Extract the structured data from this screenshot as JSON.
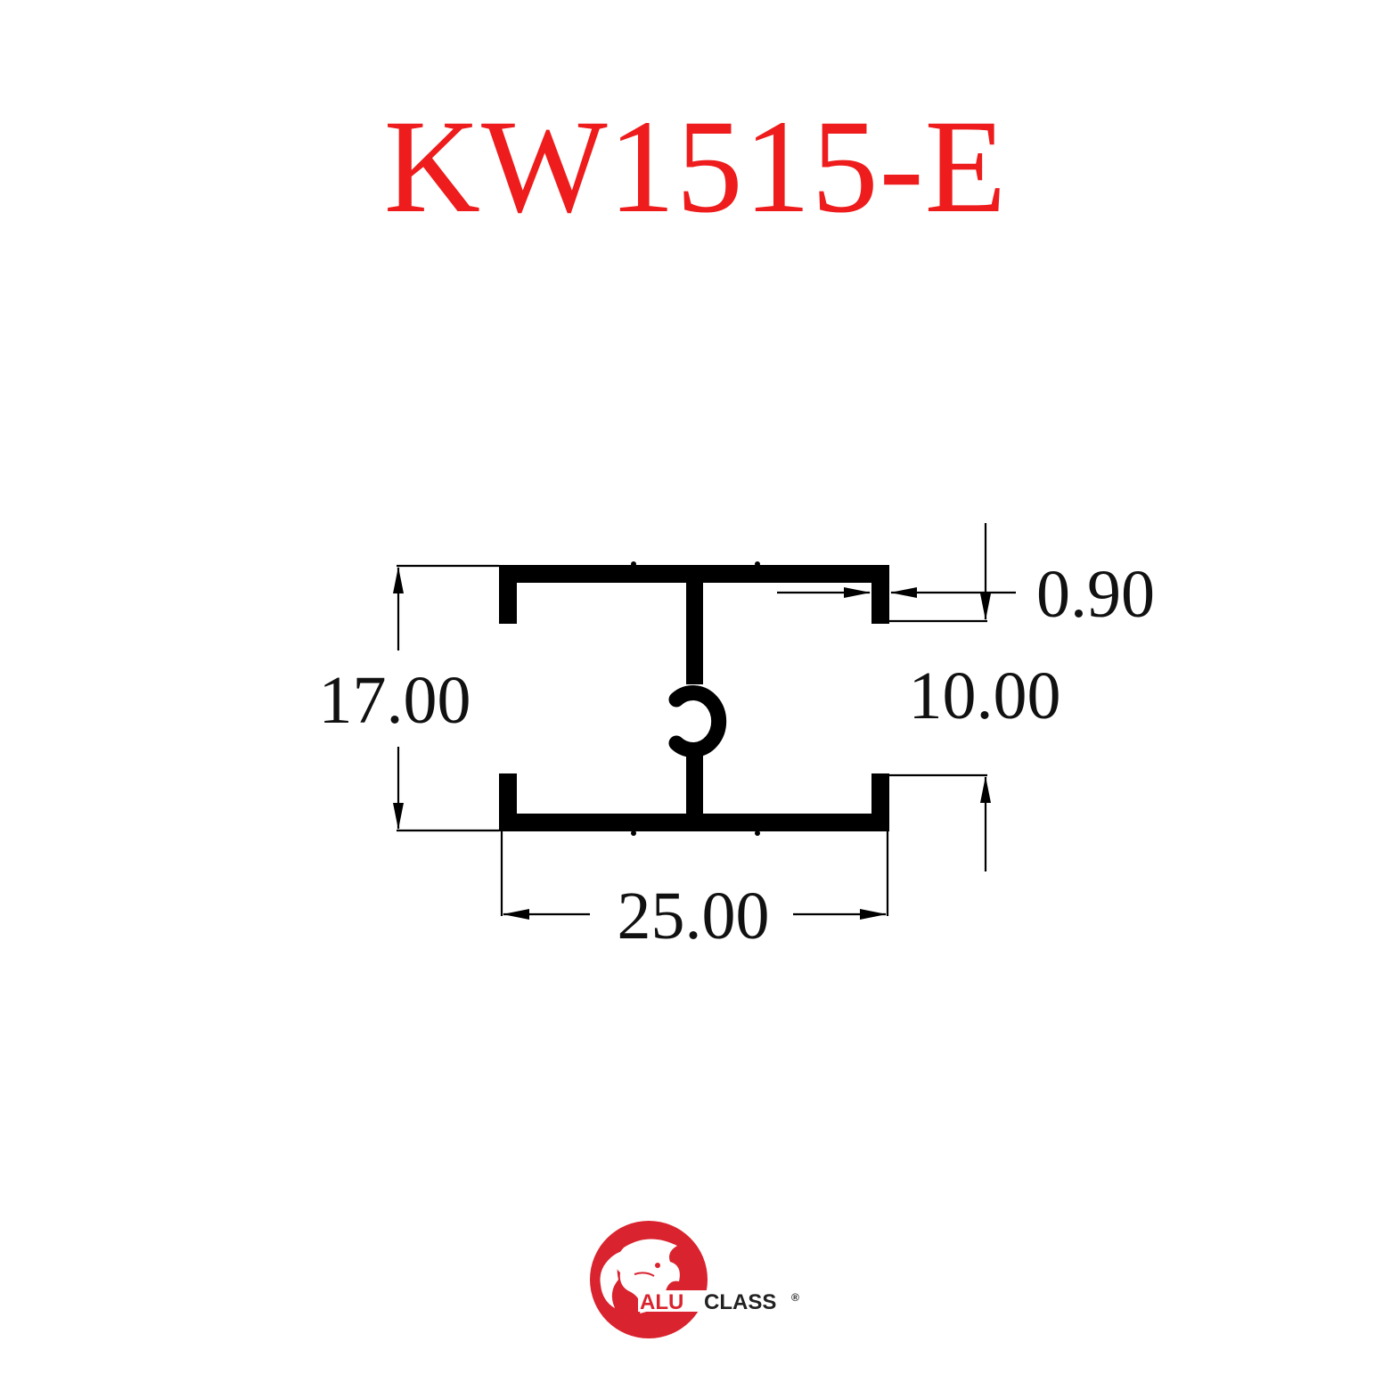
{
  "title": "KW1515-E",
  "dimensions": {
    "height": "17.00",
    "width": "25.00",
    "thickness": "0.90",
    "inner_opening": "10.00"
  },
  "logo": {
    "part1": "ALU",
    "part2": "CLASS",
    "mark": "®"
  },
  "colors": {
    "title": "#ee1c1c",
    "logo_red": "#d9232e",
    "profile": "#000000"
  }
}
